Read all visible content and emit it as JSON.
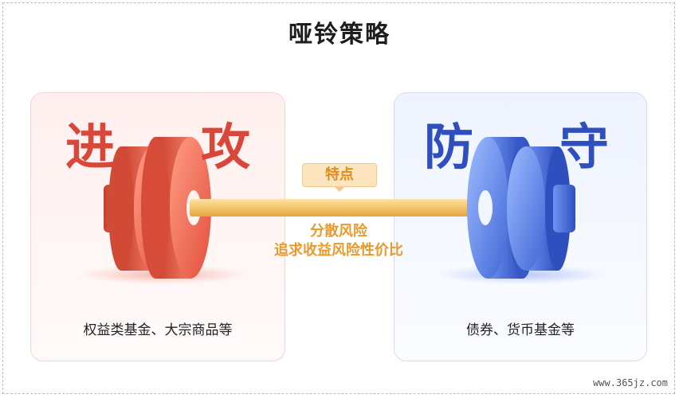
{
  "title": "哑铃策略",
  "left": {
    "char1": "进",
    "char2": "攻",
    "caption": "权益类基金、大宗商品等",
    "color": "#e05a49"
  },
  "right": {
    "char1": "防",
    "char2": "守",
    "caption": "债券、货币基金等",
    "color": "#4a74dd"
  },
  "center": {
    "badge": "特点",
    "features": [
      "分散风险",
      "追求收益风险性价比"
    ],
    "bar_color": "#f3c46a"
  },
  "watermark": "www.365jz.com"
}
